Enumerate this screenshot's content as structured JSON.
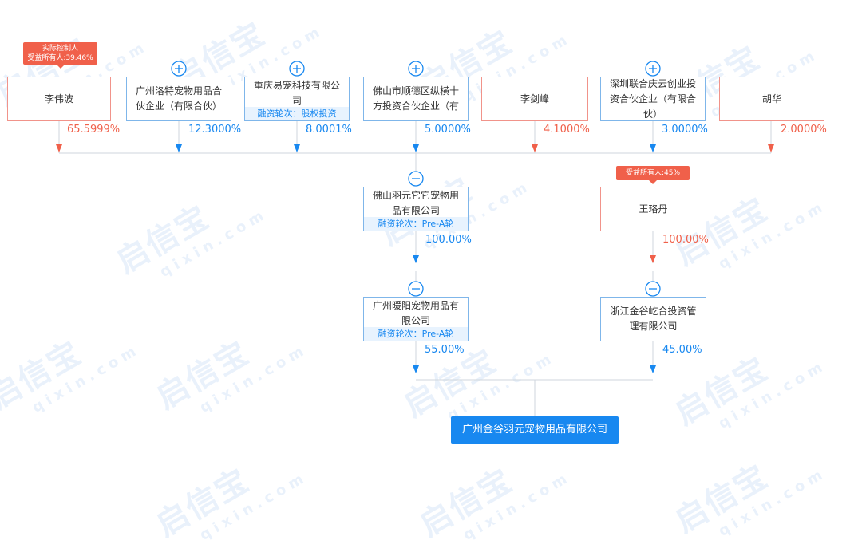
{
  "watermark": {
    "text": "启信宝",
    "sub": "qixin.com"
  },
  "top_shareholders": [
    {
      "name": "李伟波",
      "percent": "65.5999%",
      "type": "person",
      "badge_line1": "实际控制人",
      "badge_line2": "受益所有人:39.46%"
    },
    {
      "name": "广州洛特宠物用品合伙企业（有限合伙）",
      "percent": "12.3000%",
      "type": "company",
      "toggle": "plus-circle-icon"
    },
    {
      "name": "重庆易宠科技有限公司",
      "percent": "8.0001%",
      "type": "company",
      "toggle": "plus-circle-icon",
      "funding": "融资轮次：股权投资"
    },
    {
      "name": "佛山市顺德区纵横十方投资合伙企业（有限合伙）",
      "percent": "5.0000%",
      "type": "company",
      "toggle": "plus-circle-icon"
    },
    {
      "name": "李剑峰",
      "percent": "4.1000%",
      "type": "person"
    },
    {
      "name": "深圳联合庆云创业投资合伙企业（有限合伙）",
      "percent": "3.0000%",
      "type": "company",
      "toggle": "plus-circle-icon"
    },
    {
      "name": "胡华",
      "percent": "2.0000%",
      "type": "person"
    }
  ],
  "mid_left": {
    "name": "佛山羽元它它宠物用品有限公司",
    "funding": "融资轮次：Pre-A轮",
    "percent": "100.00%",
    "toggle": "minus-circle-icon"
  },
  "mid_right": {
    "name": "王珞丹",
    "percent": "100.00%",
    "badge": "受益所有人:45%"
  },
  "low_left": {
    "name": "广州暖阳宠物用品有限公司",
    "funding": "融资轮次：Pre-A轮",
    "percent": "55.00%",
    "toggle": "minus-circle-icon"
  },
  "low_right": {
    "name": "浙江金谷屹合投资管理有限公司",
    "percent": "45.00%",
    "toggle": "minus-circle-icon"
  },
  "target": {
    "name": "广州金谷羽元宠物用品有限公司"
  },
  "colors": {
    "person": "#f0604a",
    "company": "#1888f0",
    "line": "#cfd6de"
  }
}
